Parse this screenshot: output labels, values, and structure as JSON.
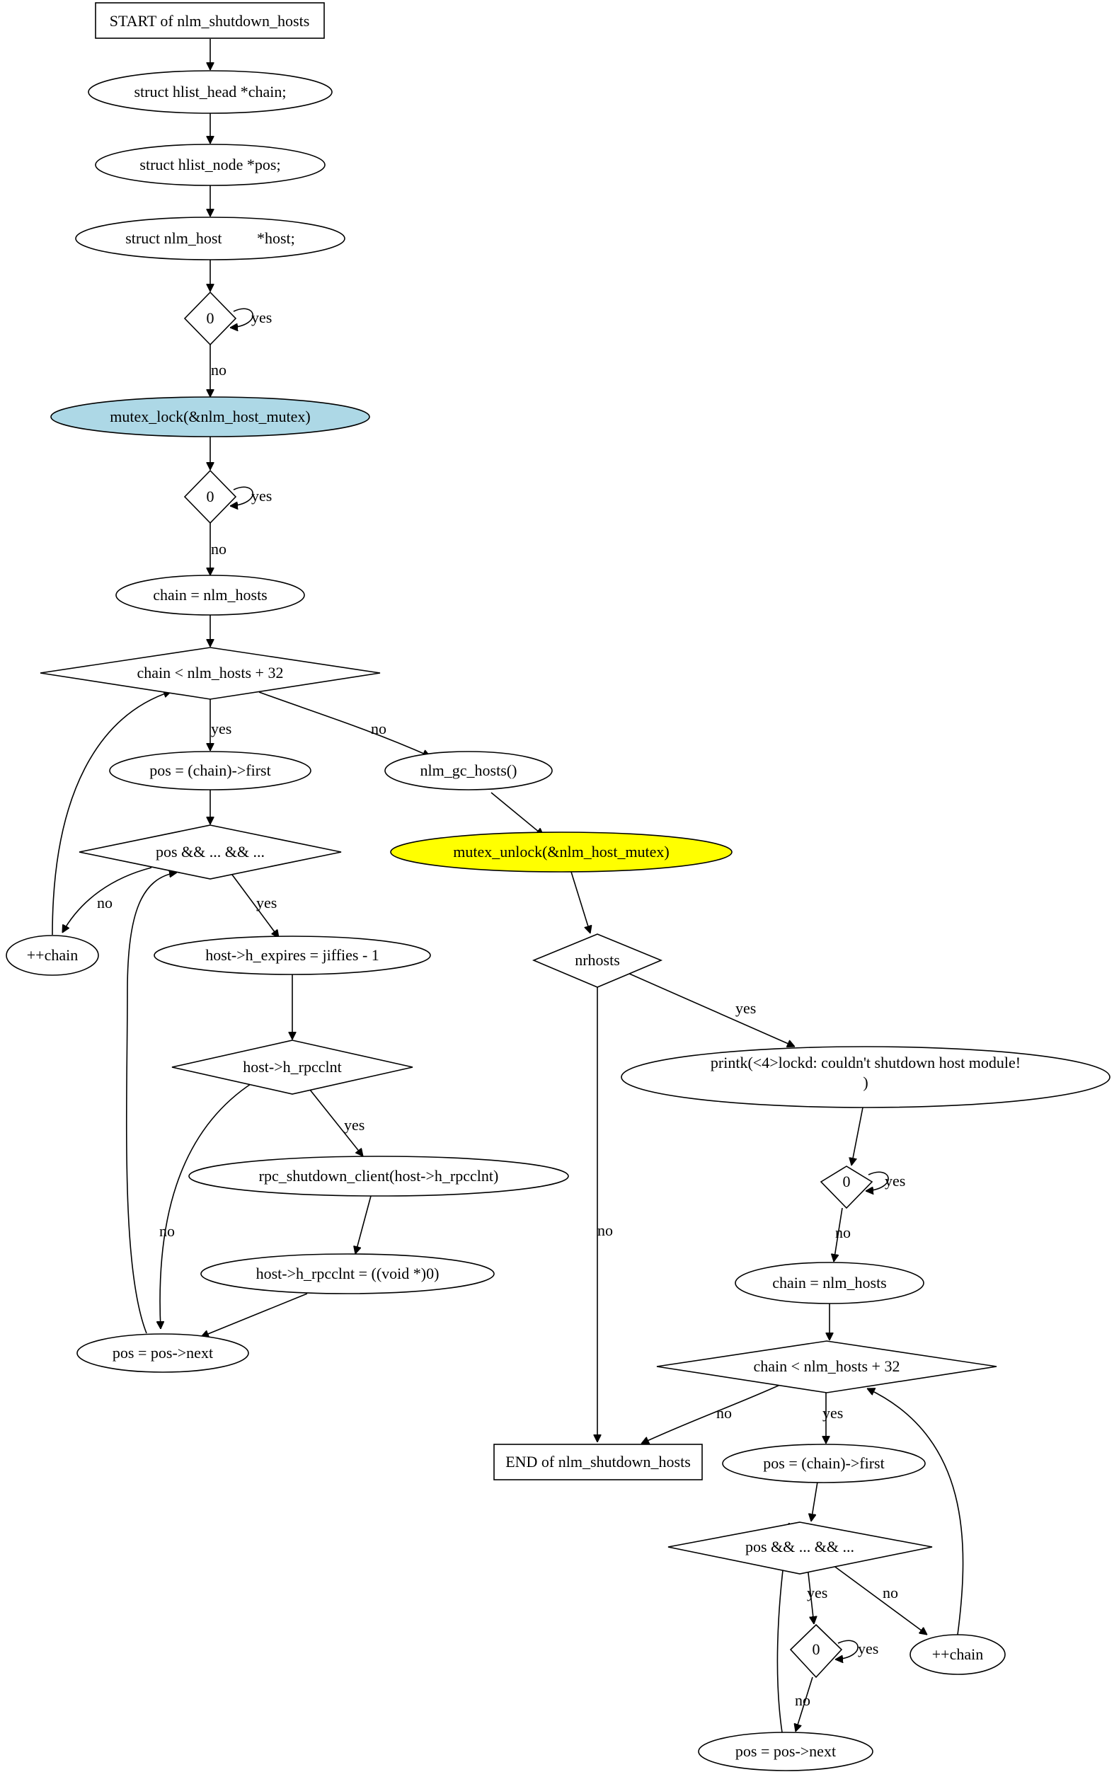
{
  "colors": {
    "mutex_lock_fill": "#add8e6",
    "mutex_unlock_fill": "#ffff00",
    "default_fill": "#ffffff",
    "stroke": "#000000"
  },
  "nodes": {
    "start": "START of nlm_shutdown_hosts",
    "decl_chain": "struct hlist_head *chain;",
    "decl_pos": "struct hlist_node *pos;",
    "decl_host": "struct nlm_host         *host;",
    "cond_zero_1": "0",
    "mutex_lock": "mutex_lock(&nlm_host_mutex)",
    "cond_zero_2": "0",
    "assign_chain_1": "chain = nlm_hosts",
    "cond_chain_1": "chain < nlm_hosts + 32",
    "assign_pos_1": "pos = (chain)->first",
    "cond_pos_1": "pos && ... && ...",
    "inc_chain_1": "++chain",
    "assign_expires": "host->h_expires = jiffies - 1",
    "cond_rpcclnt": "host->h_rpcclnt",
    "rpc_shutdown": "rpc_shutdown_client(host->h_rpcclnt)",
    "assign_rpcclnt_null": "host->h_rpcclnt = ((void *)0)",
    "pos_next_1": "pos = pos->next",
    "gc_hosts": "nlm_gc_hosts()",
    "mutex_unlock": "mutex_unlock(&nlm_host_mutex)",
    "cond_nrhosts": "nrhosts",
    "printk_line1": "printk(<4>lockd: couldn't shutdown host module!",
    "printk_line2": ")",
    "cond_zero_3": "0",
    "assign_chain_2": "chain = nlm_hosts",
    "cond_chain_2": "chain < nlm_hosts + 32",
    "end": "END of nlm_shutdown_hosts",
    "assign_pos_2": "pos = (chain)->first",
    "cond_pos_2": "pos && ... && ...",
    "cond_zero_4": "0",
    "inc_chain_2": "++chain",
    "pos_next_2": "pos = pos->next"
  },
  "edge_labels": {
    "zero1_yes": "yes",
    "zero1_no": "no",
    "zero2_yes": "yes",
    "zero2_no": "no",
    "chain1_yes": "yes",
    "chain1_no": "no",
    "pos1_no": "no",
    "pos1_yes": "yes",
    "rpcclnt_yes": "yes",
    "rpcclnt_no": "no",
    "nrhosts_yes": "yes",
    "nrhosts_no": "no",
    "zero3_yes": "yes",
    "zero3_no": "no",
    "chain2_no": "no",
    "chain2_yes": "yes",
    "pos2_yes": "yes",
    "pos2_no": "no",
    "zero4_yes": "yes",
    "zero4_no": "no"
  }
}
